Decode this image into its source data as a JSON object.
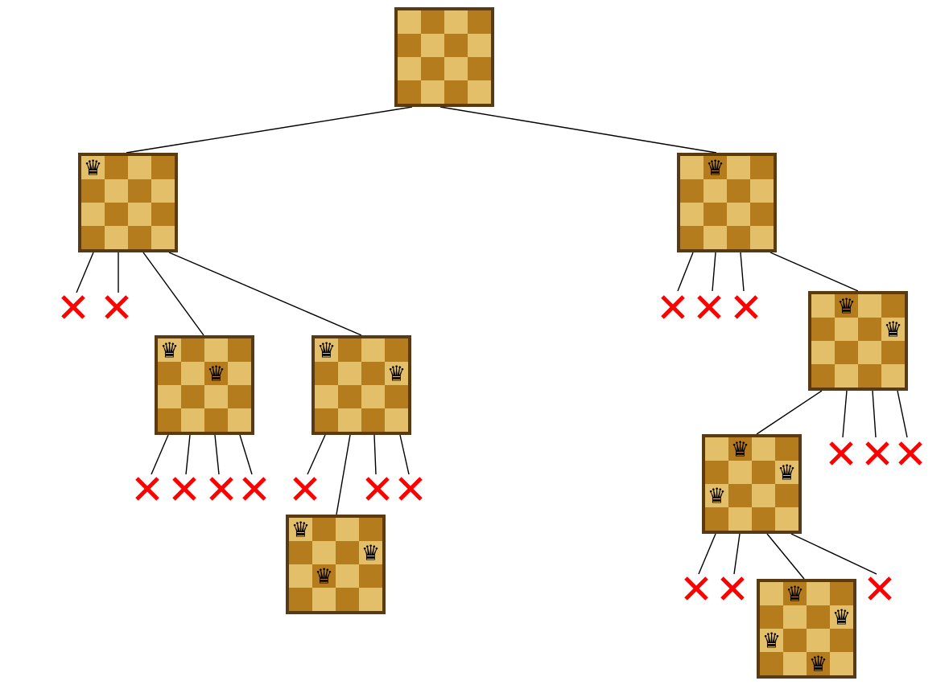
{
  "diagram": {
    "board_size": 4,
    "colors": {
      "frame": "#5a3a12",
      "light_square": "#e4bf69",
      "dark_square": "#b57c1e",
      "queen": "#000000",
      "fail_mark": "#ff0000",
      "edge": "#000000"
    },
    "glyphs": {
      "queen": "♛",
      "fail": "✖"
    },
    "icon_names": {
      "queen": "queen-icon",
      "fail": "dead-end-cross-icon"
    },
    "nodes": [
      {
        "id": "root",
        "queens": []
      },
      {
        "id": "q1-col1",
        "queens": [
          [
            0,
            0
          ]
        ]
      },
      {
        "id": "q1-col2",
        "queens": [
          [
            0,
            1
          ]
        ]
      },
      {
        "id": "q1-col1-q2-col3",
        "queens": [
          [
            0,
            0
          ],
          [
            1,
            2
          ]
        ]
      },
      {
        "id": "q1-col1-q2-col4",
        "queens": [
          [
            0,
            0
          ],
          [
            1,
            3
          ]
        ]
      },
      {
        "id": "q1-col1-q2-col4-q3-col2",
        "queens": [
          [
            0,
            0
          ],
          [
            1,
            3
          ],
          [
            2,
            1
          ]
        ]
      },
      {
        "id": "q1-col2-q2-col4",
        "queens": [
          [
            0,
            1
          ],
          [
            1,
            3
          ]
        ]
      },
      {
        "id": "q1-col2-q2-col4-q3-col1",
        "queens": [
          [
            0,
            1
          ],
          [
            1,
            3
          ],
          [
            2,
            0
          ]
        ]
      },
      {
        "id": "solution",
        "queens": [
          [
            0,
            1
          ],
          [
            1,
            3
          ],
          [
            2,
            0
          ],
          [
            3,
            2
          ]
        ]
      }
    ],
    "dead_ends": [
      {
        "parent": "q1-col1",
        "count": 2
      },
      {
        "parent": "q1-col2",
        "count": 3
      },
      {
        "parent": "q1-col1-q2-col3",
        "count": 4
      },
      {
        "parent": "q1-col1-q2-col4",
        "count": 3
      },
      {
        "parent": "q1-col2-q2-col4",
        "count": 3
      },
      {
        "parent": "q1-col2-q2-col4-q3-col1",
        "count": 3
      }
    ]
  }
}
